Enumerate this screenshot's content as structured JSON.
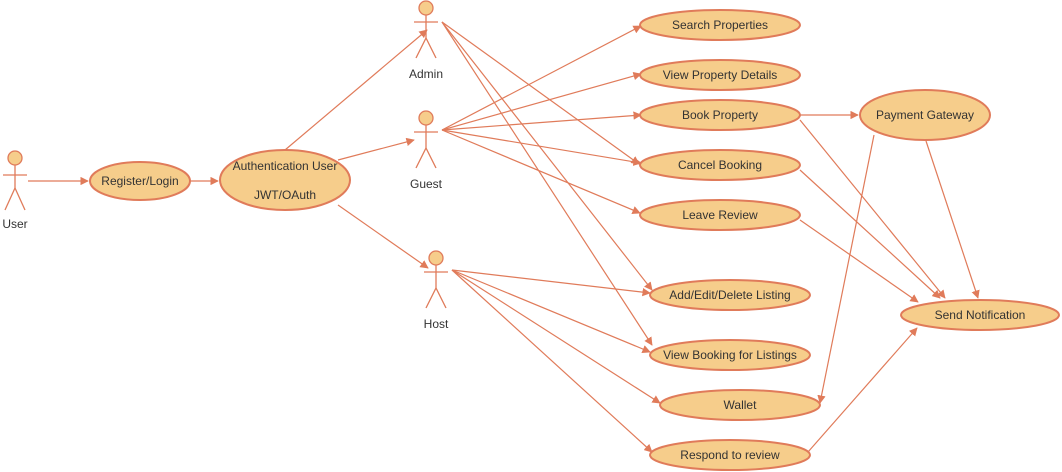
{
  "colors": {
    "stroke": "#e07b5a",
    "fill": "#f6cd8b",
    "text": "#333333",
    "background": "#ffffff"
  },
  "actors": {
    "user": "User",
    "admin": "Admin",
    "guest": "Guest",
    "host": "Host"
  },
  "use_cases": {
    "register_login": "Register/Login",
    "auth_line1": "Authentication User",
    "auth_line2": "JWT/OAuth",
    "search_properties": "Search Properties",
    "view_property_details": "View Property Details",
    "book_property": "Book Property",
    "cancel_booking": "Cancel Booking",
    "leave_review": "Leave Review",
    "add_edit_delete_listing": "Add/Edit/Delete Listing",
    "view_booking_for_listings": "View Booking for Listings",
    "wallet": "Wallet",
    "respond_to_review": "Respond to review",
    "payment_gateway": "Payment Gateway",
    "send_notification": "Send Notification"
  }
}
